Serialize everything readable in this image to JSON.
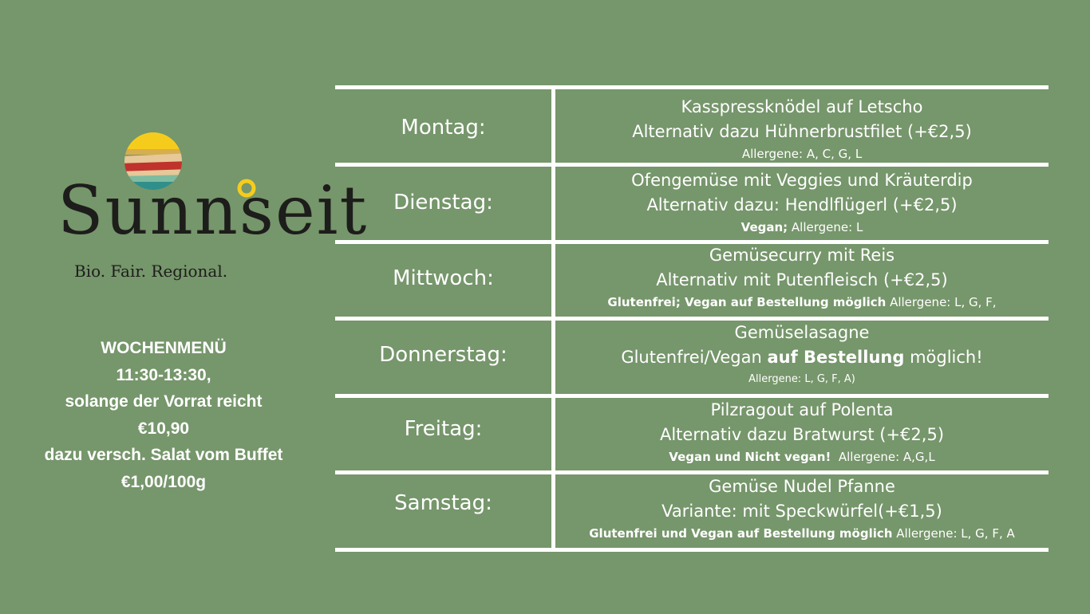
{
  "logo": {
    "word": "Sunnseit",
    "tagline": "Bio. Fair. Regional.",
    "colors": [
      "#f6cc1c",
      "#d6ae4e",
      "#c0322c",
      "#e6c899",
      "#2f8f8a",
      "#7fbba0",
      "#1d1d1b"
    ]
  },
  "info": {
    "line1": "WOCHENMENÜ",
    "line2": "11:30-13:30,",
    "line3": "solange der Vorrat reicht",
    "line4": "€10,90",
    "line5": "dazu versch. Salat vom Buffet",
    "line6": "€1,00/100g"
  },
  "menu": [
    {
      "day": "Montag:",
      "dish": "Kasspressknödel auf Letscho",
      "alt": "Alternativ dazu Hühnerbrustfilet (+€2,5)",
      "note_bold": "",
      "note": "Allergene: A, C, G, L"
    },
    {
      "day": "Dienstag:",
      "dish": "Ofengemüse mit Veggies und Kräuterdip",
      "alt": "Alternativ dazu: Hendlflügerl (+€2,5)",
      "note_bold": "Vegan;",
      "note": " Allergene: L"
    },
    {
      "day": "Mittwoch:",
      "dish": "Gemüsecurry mit Reis",
      "alt": "Alternativ mit Putenfleisch (+€2,5)",
      "note_bold": "Glutenfrei; Vegan auf Bestellung möglich",
      "note": " Allergene: L, G, F,"
    },
    {
      "day": "Donnerstag:",
      "dish": "Gemüselasagne",
      "alt_pre": "Glutenfrei/Vegan ",
      "alt_bold": "auf Bestellung",
      "alt_post": " möglich!",
      "note": "Allergene: L, G, F, A)"
    },
    {
      "day": "Freitag:",
      "dish": "Pilzragout auf Polenta",
      "alt": "Alternativ dazu Bratwurst (+€2,5)",
      "note_bold": "Vegan und Nicht vegan!",
      "note": "  Allergene: A,G,L"
    },
    {
      "day": "Samstag:",
      "dish": "Gemüse Nudel Pfanne",
      "alt": "Variante: mit Speckwürfel(+€1,5)",
      "note_bold": "Glutenfrei und Vegan auf Bestellung möglich",
      "note": " Allergene: L, G, F, A"
    }
  ]
}
